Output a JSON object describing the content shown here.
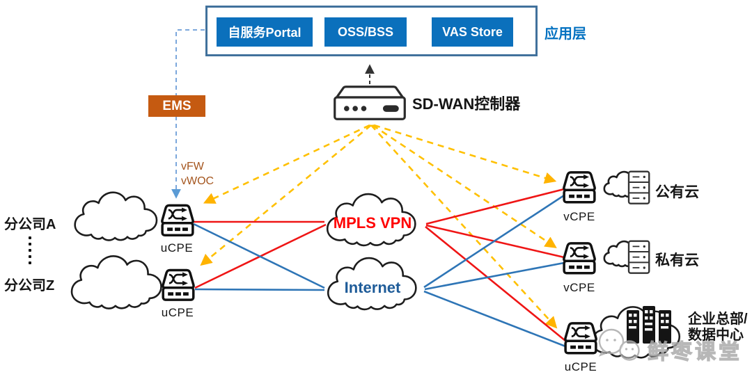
{
  "app_layer": {
    "label": "应用层",
    "modules": [
      "自服务Portal",
      "OSS/BSS",
      "VAS Store"
    ]
  },
  "controller": {
    "label": "SD-WAN控制器"
  },
  "ems": {
    "label": "EMS"
  },
  "vnf": {
    "vfw": "vFW",
    "vwoc": "vWOC"
  },
  "branches": {
    "a": "分公司A",
    "z": "分公司Z"
  },
  "networks": {
    "mpls": "MPLS VPN",
    "internet": "Internet"
  },
  "devices": {
    "ucpe_a": "uCPE",
    "ucpe_z": "uCPE",
    "vcpe_public": "vCPE",
    "vcpe_private": "vCPE",
    "ucpe_hq": "uCPE"
  },
  "sites": {
    "public_cloud": "公有云",
    "private_cloud": "私有云",
    "hq_line1": "企业总部/",
    "hq_line2": "数据中心"
  },
  "watermark": {
    "text": "鲜枣课堂"
  },
  "colors": {
    "module_blue": "#0B70BC",
    "app_border": "#41719C",
    "app_label_blue": "#0070C0",
    "ems_orange": "#C55A11",
    "vnf_brown": "#A4551E",
    "ctl_yellow": "#FFC000",
    "ems_link": "#7BA7DC",
    "line_red": "#EF1515",
    "line_blue": "#2E75B6",
    "mpls_text": "#FF0000",
    "internet_text": "#1F5C99",
    "wm_gray": "#ABABAB"
  }
}
